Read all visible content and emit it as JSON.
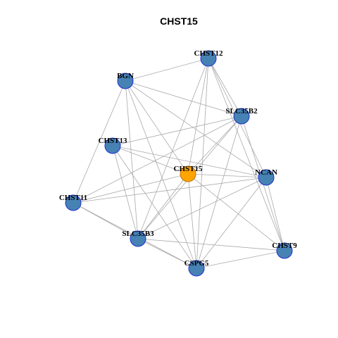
{
  "title": "CHST15",
  "colors": {
    "background": "#ffffff",
    "node_fill": "#4682b4",
    "node_stroke": "#1f2fd0",
    "hub_fill": "#ffa500",
    "hub_stroke": "#c07000",
    "edge": "#a9a9a9"
  },
  "nodes": [
    {
      "id": "CHST12",
      "label": "CHST12",
      "hub": false
    },
    {
      "id": "BGN",
      "label": "BGN",
      "hub": false
    },
    {
      "id": "SLC35B2",
      "label": "SLC35B2",
      "hub": false
    },
    {
      "id": "CHST13",
      "label": "CHST13",
      "hub": false
    },
    {
      "id": "CHST15",
      "label": "CHST15",
      "hub": true
    },
    {
      "id": "NCAN",
      "label": "NCAN",
      "hub": false
    },
    {
      "id": "CHST11",
      "label": "CHST11",
      "hub": false
    },
    {
      "id": "SLC35B3",
      "label": "SLC35B3",
      "hub": false
    },
    {
      "id": "CHST9",
      "label": "CHST9",
      "hub": false
    },
    {
      "id": "CSPG5",
      "label": "CSPG5",
      "hub": false
    }
  ],
  "edges": [
    [
      "BGN",
      "CHST12"
    ],
    [
      "BGN",
      "SLC35B2"
    ],
    [
      "BGN",
      "CHST15"
    ],
    [
      "BGN",
      "CHST11"
    ],
    [
      "BGN",
      "SLC35B3"
    ],
    [
      "BGN",
      "CSPG5"
    ],
    [
      "BGN",
      "NCAN"
    ],
    [
      "CHST12",
      "SLC35B2"
    ],
    [
      "CHST12",
      "NCAN"
    ],
    [
      "CHST12",
      "CHST15"
    ],
    [
      "CHST12",
      "SLC35B3"
    ],
    [
      "CHST12",
      "CSPG5"
    ],
    [
      "CHST12",
      "CHST9"
    ],
    [
      "SLC35B2",
      "CHST13"
    ],
    [
      "SLC35B2",
      "CHST15"
    ],
    [
      "SLC35B2",
      "CHST11"
    ],
    [
      "SLC35B2",
      "SLC35B3"
    ],
    [
      "SLC35B2",
      "CSPG5"
    ],
    [
      "SLC35B2",
      "CHST9"
    ],
    [
      "CHST13",
      "CHST15"
    ],
    [
      "CHST13",
      "NCAN"
    ],
    [
      "CHST13",
      "SLC35B3"
    ],
    [
      "CHST13",
      "CSPG5"
    ],
    [
      "CHST15",
      "NCAN"
    ],
    [
      "CHST15",
      "CHST11"
    ],
    [
      "CHST15",
      "SLC35B3"
    ],
    [
      "CHST15",
      "CSPG5"
    ],
    [
      "CHST15",
      "CHST9"
    ],
    [
      "NCAN",
      "CHST11"
    ],
    [
      "NCAN",
      "SLC35B3"
    ],
    [
      "NCAN",
      "CHST9"
    ],
    [
      "NCAN",
      "CSPG5"
    ],
    [
      "CHST11",
      "SLC35B3"
    ],
    [
      "CHST11",
      "CSPG5"
    ],
    [
      "SLC35B3",
      "CHST9"
    ],
    [
      "SLC35B3",
      "CSPG5"
    ],
    [
      "CSPG5",
      "CHST9"
    ]
  ]
}
